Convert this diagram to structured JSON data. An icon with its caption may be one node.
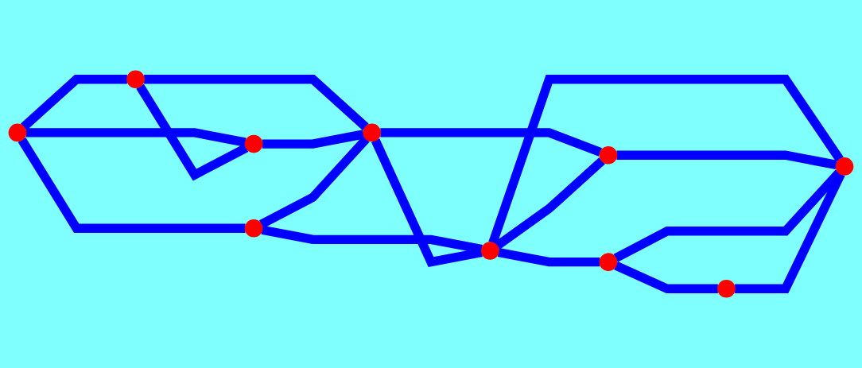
{
  "diagram": {
    "nodes": [
      {
        "text": [],
        "shape": "circle"
      },
      {
        "text": [],
        "shape": "circle"
      },
      {
        "text": [],
        "shape": "circle"
      },
      {
        "text": [],
        "shape": "circle"
      },
      {
        "text": [],
        "shape": "circle"
      },
      {
        "text": [],
        "shape": "circle"
      },
      {
        "text": [],
        "shape": "circle"
      },
      {
        "text": [],
        "shape": "circle"
      },
      {
        "text": [],
        "shape": "circle"
      },
      {
        "text": [],
        "shape": "circle"
      }
    ],
    "edges": [
      {
        "from": 2,
        "to": 0,
        "arrow": "none"
      },
      {
        "from": 2,
        "to": 1,
        "arrow": "none"
      },
      {
        "from": 2,
        "to": 3,
        "arrow": "none"
      },
      {
        "from": 0,
        "to": 1,
        "arrow": "none"
      },
      {
        "from": 0,
        "to": 4,
        "arrow": "none"
      },
      {
        "from": 1,
        "to": 4,
        "arrow": "none"
      },
      {
        "from": 3,
        "to": 4,
        "arrow": "none"
      },
      {
        "from": 3,
        "to": 5,
        "arrow": "none"
      },
      {
        "from": 4,
        "to": 5,
        "arrow": "none"
      },
      {
        "from": 4,
        "to": 6,
        "arrow": "none"
      },
      {
        "from": 5,
        "to": 6,
        "arrow": "none"
      },
      {
        "from": 5,
        "to": 7,
        "arrow": "none"
      },
      {
        "from": 5,
        "to": 8,
        "arrow": "none"
      },
      {
        "from": 6,
        "to": 8,
        "arrow": "none"
      },
      {
        "from": 7,
        "to": 9,
        "arrow": "none"
      },
      {
        "from": 7,
        "to": 8,
        "arrow": "none"
      },
      {
        "from": 9,
        "to": 8,
        "arrow": "none"
      }
    ]
  }
}
